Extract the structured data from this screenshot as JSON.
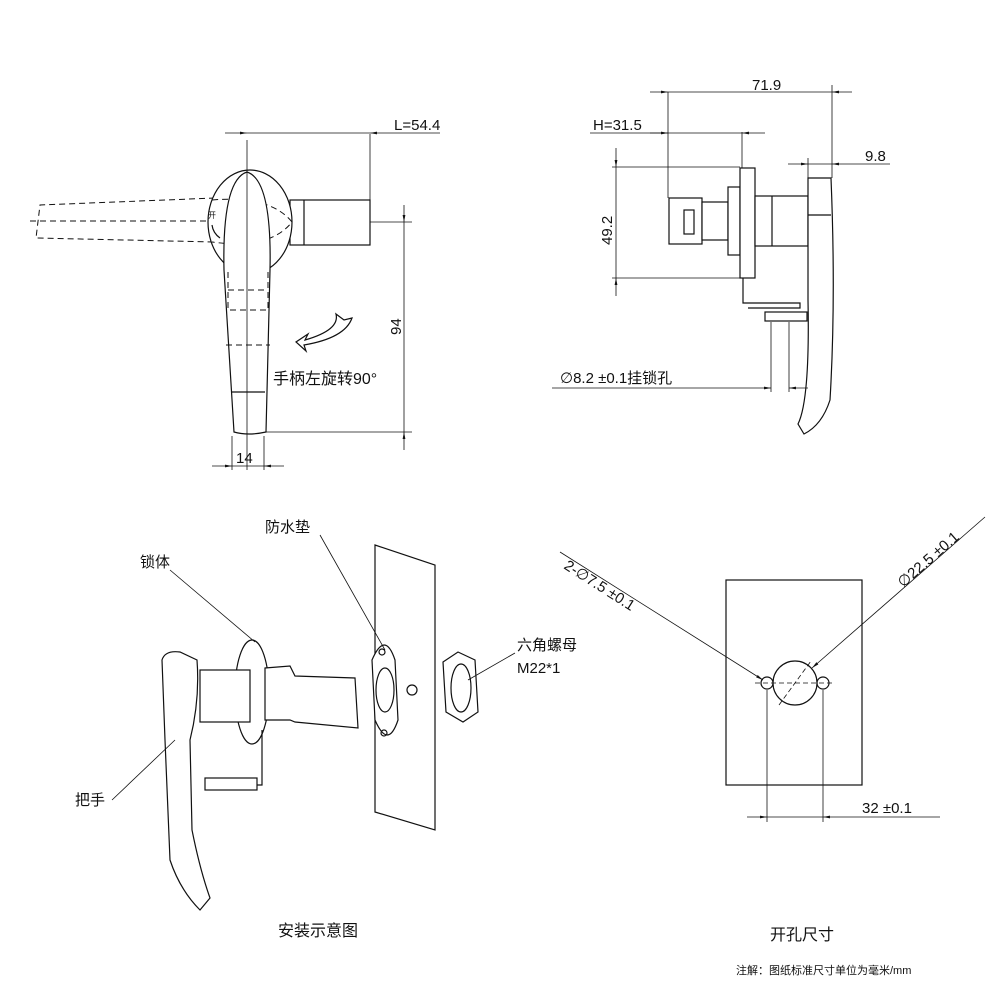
{
  "front_view": {
    "dim_L": "L=54.4",
    "dim_height": "94",
    "dim_width": "14",
    "rotation_note": "手柄左旋转90°",
    "open_mark": "开"
  },
  "side_view": {
    "dim_total": "71.9",
    "dim_H": "H=31.5",
    "dim_handle": "9.8",
    "dim_plate": "49.2",
    "padlock_hole": "∅8.2 ±0.1挂锁孔"
  },
  "install_view": {
    "label_body": "锁体",
    "label_gasket": "防水垫",
    "label_nut": "六角螺母",
    "label_nut_spec": "M22*1",
    "label_handle": "把手",
    "caption": "安装示意图"
  },
  "cutout_view": {
    "small_holes": "2-∅7.5 ±0.1",
    "main_hole": "∅22.5 ±0.1",
    "spacing": "32 ±0.1",
    "caption": "开孔尺寸"
  },
  "footnote": "注解：图纸标准尺寸单位为毫米/mm"
}
